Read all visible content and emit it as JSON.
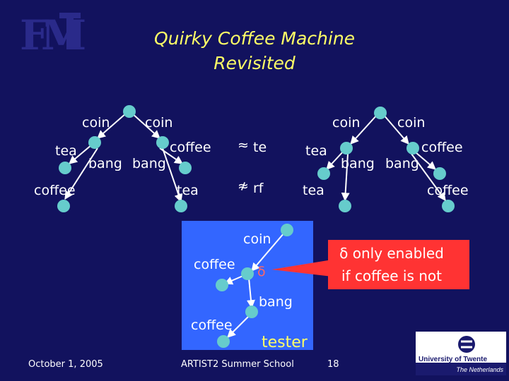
{
  "slide": {
    "title_line1": "Quirky Coffee Machine",
    "title_line2": "Revisited",
    "logo_letters": "FMT",
    "date": "October 1, 2005",
    "event": "ARTIST2 Summer School",
    "page_number": "18",
    "university": "University of Twente",
    "country": "The Netherlands"
  },
  "left_tree": {
    "coin1": "coin",
    "coin2": "coin",
    "tea": "tea",
    "bang1": "bang",
    "bang2": "bang",
    "coffee_right": "coffee",
    "coffee_left": "coffee",
    "tea_right": "tea"
  },
  "relations": {
    "approx_symbol": "≈",
    "approx_label": "te",
    "not_approx_symbol": "≉",
    "not_approx_label": "rf"
  },
  "right_tree": {
    "coin1": "coin",
    "coin2": "coin",
    "tea": "tea",
    "bang1": "bang",
    "bang2": "bang",
    "coffee_right": "coffee",
    "tea_left": "tea",
    "coffee_right2": "coffee"
  },
  "tester": {
    "coin": "coin",
    "coffee1": "coffee",
    "delta": "δ",
    "bang": "bang",
    "coffee2": "coffee",
    "label": "tester"
  },
  "callout": {
    "line1": "δ only enabled",
    "line2": "if coffee is not"
  },
  "colors": {
    "background": "#12125e",
    "title": "#ffff66",
    "node": "#66cccc",
    "tester_box": "#3366ff",
    "callout": "#ff3333"
  }
}
